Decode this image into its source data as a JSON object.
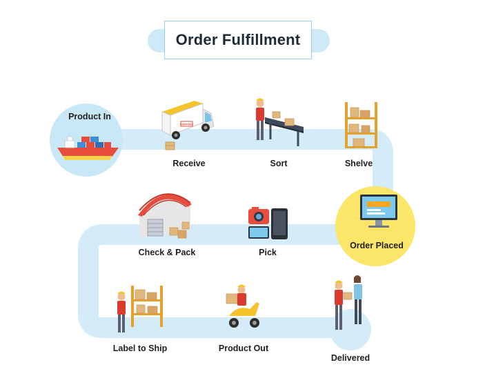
{
  "title": "Order Fulfillment",
  "steps": {
    "product_in": "Product In",
    "receive": "Receive",
    "sort": "Sort",
    "shelve": "Shelve",
    "order_placed": "Order Placed",
    "pick": "Pick",
    "check_pack": "Check & Pack",
    "label_to_ship": "Label to Ship",
    "product_out": "Product Out",
    "delivered": "Delivered"
  },
  "box_stamp": "SHIPPING",
  "colors": {
    "path": "#d3ecf8",
    "node_blue": "#c9e8f7",
    "node_yellow": "#fbe669",
    "title_border": "#8fd0ee",
    "box": "#e2b77d",
    "shirt": "#d93b2f"
  },
  "icons": [
    "cargo-ship-icon",
    "delivery-van-icon",
    "conveyor-worker-icon",
    "shelf-boxes-icon",
    "computer-order-icon",
    "camera-phone-icon",
    "warehouse-icon",
    "scooter-courier-icon",
    "customer-handoff-icon"
  ]
}
